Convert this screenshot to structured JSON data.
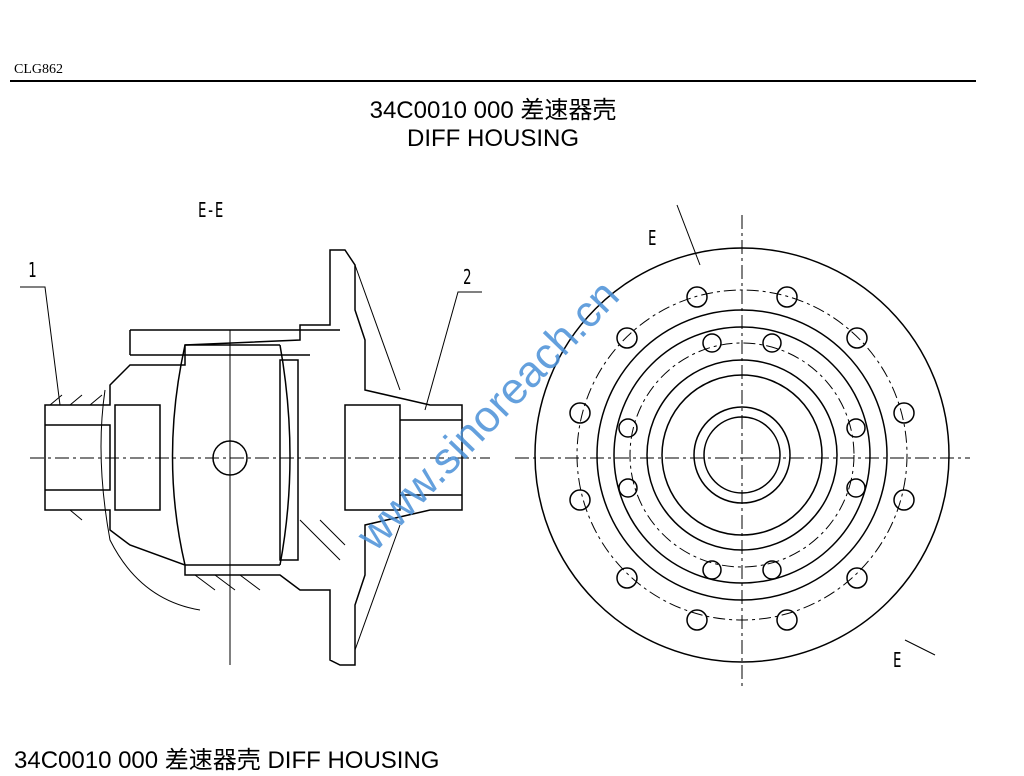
{
  "header": {
    "model": "CLG862",
    "title_line1": "34C0010 000  差速器壳",
    "title_line2": "DIFF HOUSING"
  },
  "drawing": {
    "section_label": "E-E",
    "callouts": [
      "1",
      "2"
    ],
    "section_mark_top": "E",
    "section_mark_bottom": "E"
  },
  "caption": "34C0010 000  差速器壳  DIFF HOUSING",
  "watermark": "www.sinoreach.cn"
}
